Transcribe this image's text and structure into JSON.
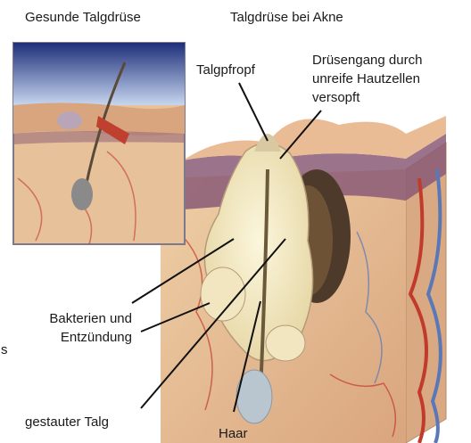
{
  "labels": {
    "healthy_gland": "Gesunde Talgdrüse",
    "acne_gland": "Talgdrüse bei Akne",
    "sebum_plug": "Talgpfropf",
    "duct_clogged_line1": "Drüsengang durch",
    "duct_clogged_line2": "unreife Hautzellen",
    "duct_clogged_line3": "versopft",
    "bacteria_line1": "Bakterien und",
    "bacteria_line2": "Entzündung",
    "edge_fragment": "s",
    "trapped_sebum": "gestauter Talg",
    "hair": "Haar"
  },
  "colors": {
    "skin": "#e9c49a",
    "skin_dark": "#c8936a",
    "epidermis": "#7a4a6a",
    "vessel_red": "#c23a2a",
    "vessel_blue": "#5a78b8",
    "sebum": "#f4ecc6",
    "inset_sky": "#2a3f8c",
    "leader": "#111111"
  }
}
